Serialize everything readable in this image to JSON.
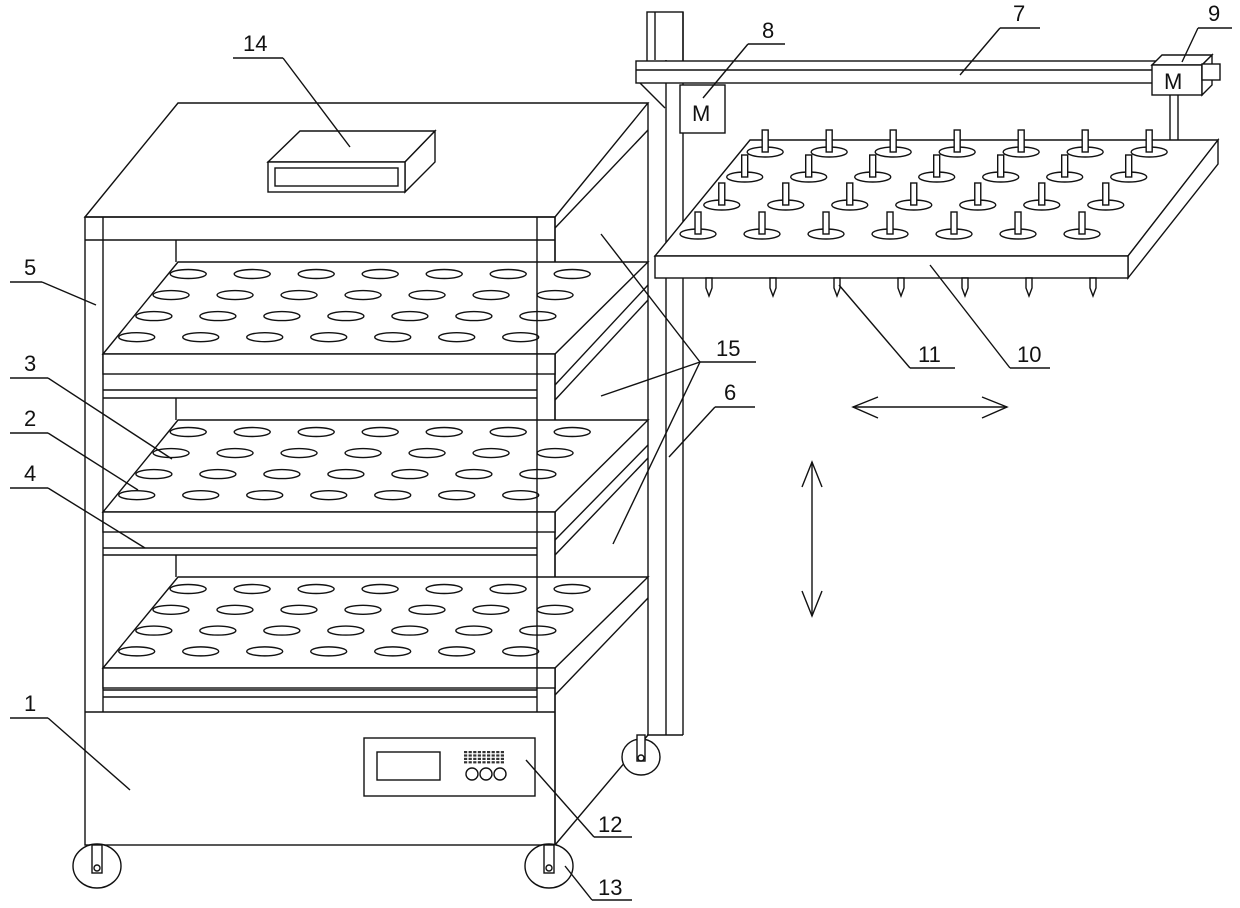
{
  "labels": {
    "l1": "1",
    "l2": "2",
    "l3": "3",
    "l4": "4",
    "l5": "5",
    "l6": "6",
    "l7": "7",
    "l8": "8",
    "l9": "9",
    "l10": "10",
    "l11": "11",
    "l12": "12",
    "l13": "13",
    "l14": "14",
    "l15": "15"
  },
  "motor_text": "M"
}
